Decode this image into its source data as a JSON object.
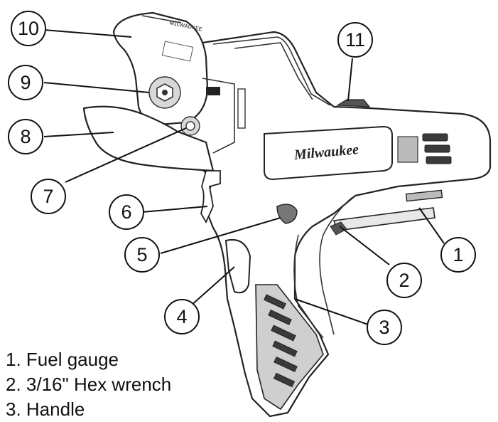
{
  "brand_mark": "Milwaukee",
  "callouts": [
    {
      "number": "1",
      "label": "Fuel gauge"
    },
    {
      "number": "2",
      "label": "3/16\" Hex wrench"
    },
    {
      "number": "3",
      "label": "Handle"
    },
    {
      "number": "4",
      "label": ""
    },
    {
      "number": "5",
      "label": ""
    },
    {
      "number": "6",
      "label": ""
    },
    {
      "number": "7",
      "label": ""
    },
    {
      "number": "8",
      "label": ""
    },
    {
      "number": "9",
      "label": ""
    },
    {
      "number": "10",
      "label": ""
    },
    {
      "number": "11",
      "label": ""
    }
  ],
  "legend": [
    {
      "text": "1. Fuel gauge"
    },
    {
      "text": "2. 3/16\" Hex wrench"
    },
    {
      "text": "3. Handle"
    }
  ]
}
